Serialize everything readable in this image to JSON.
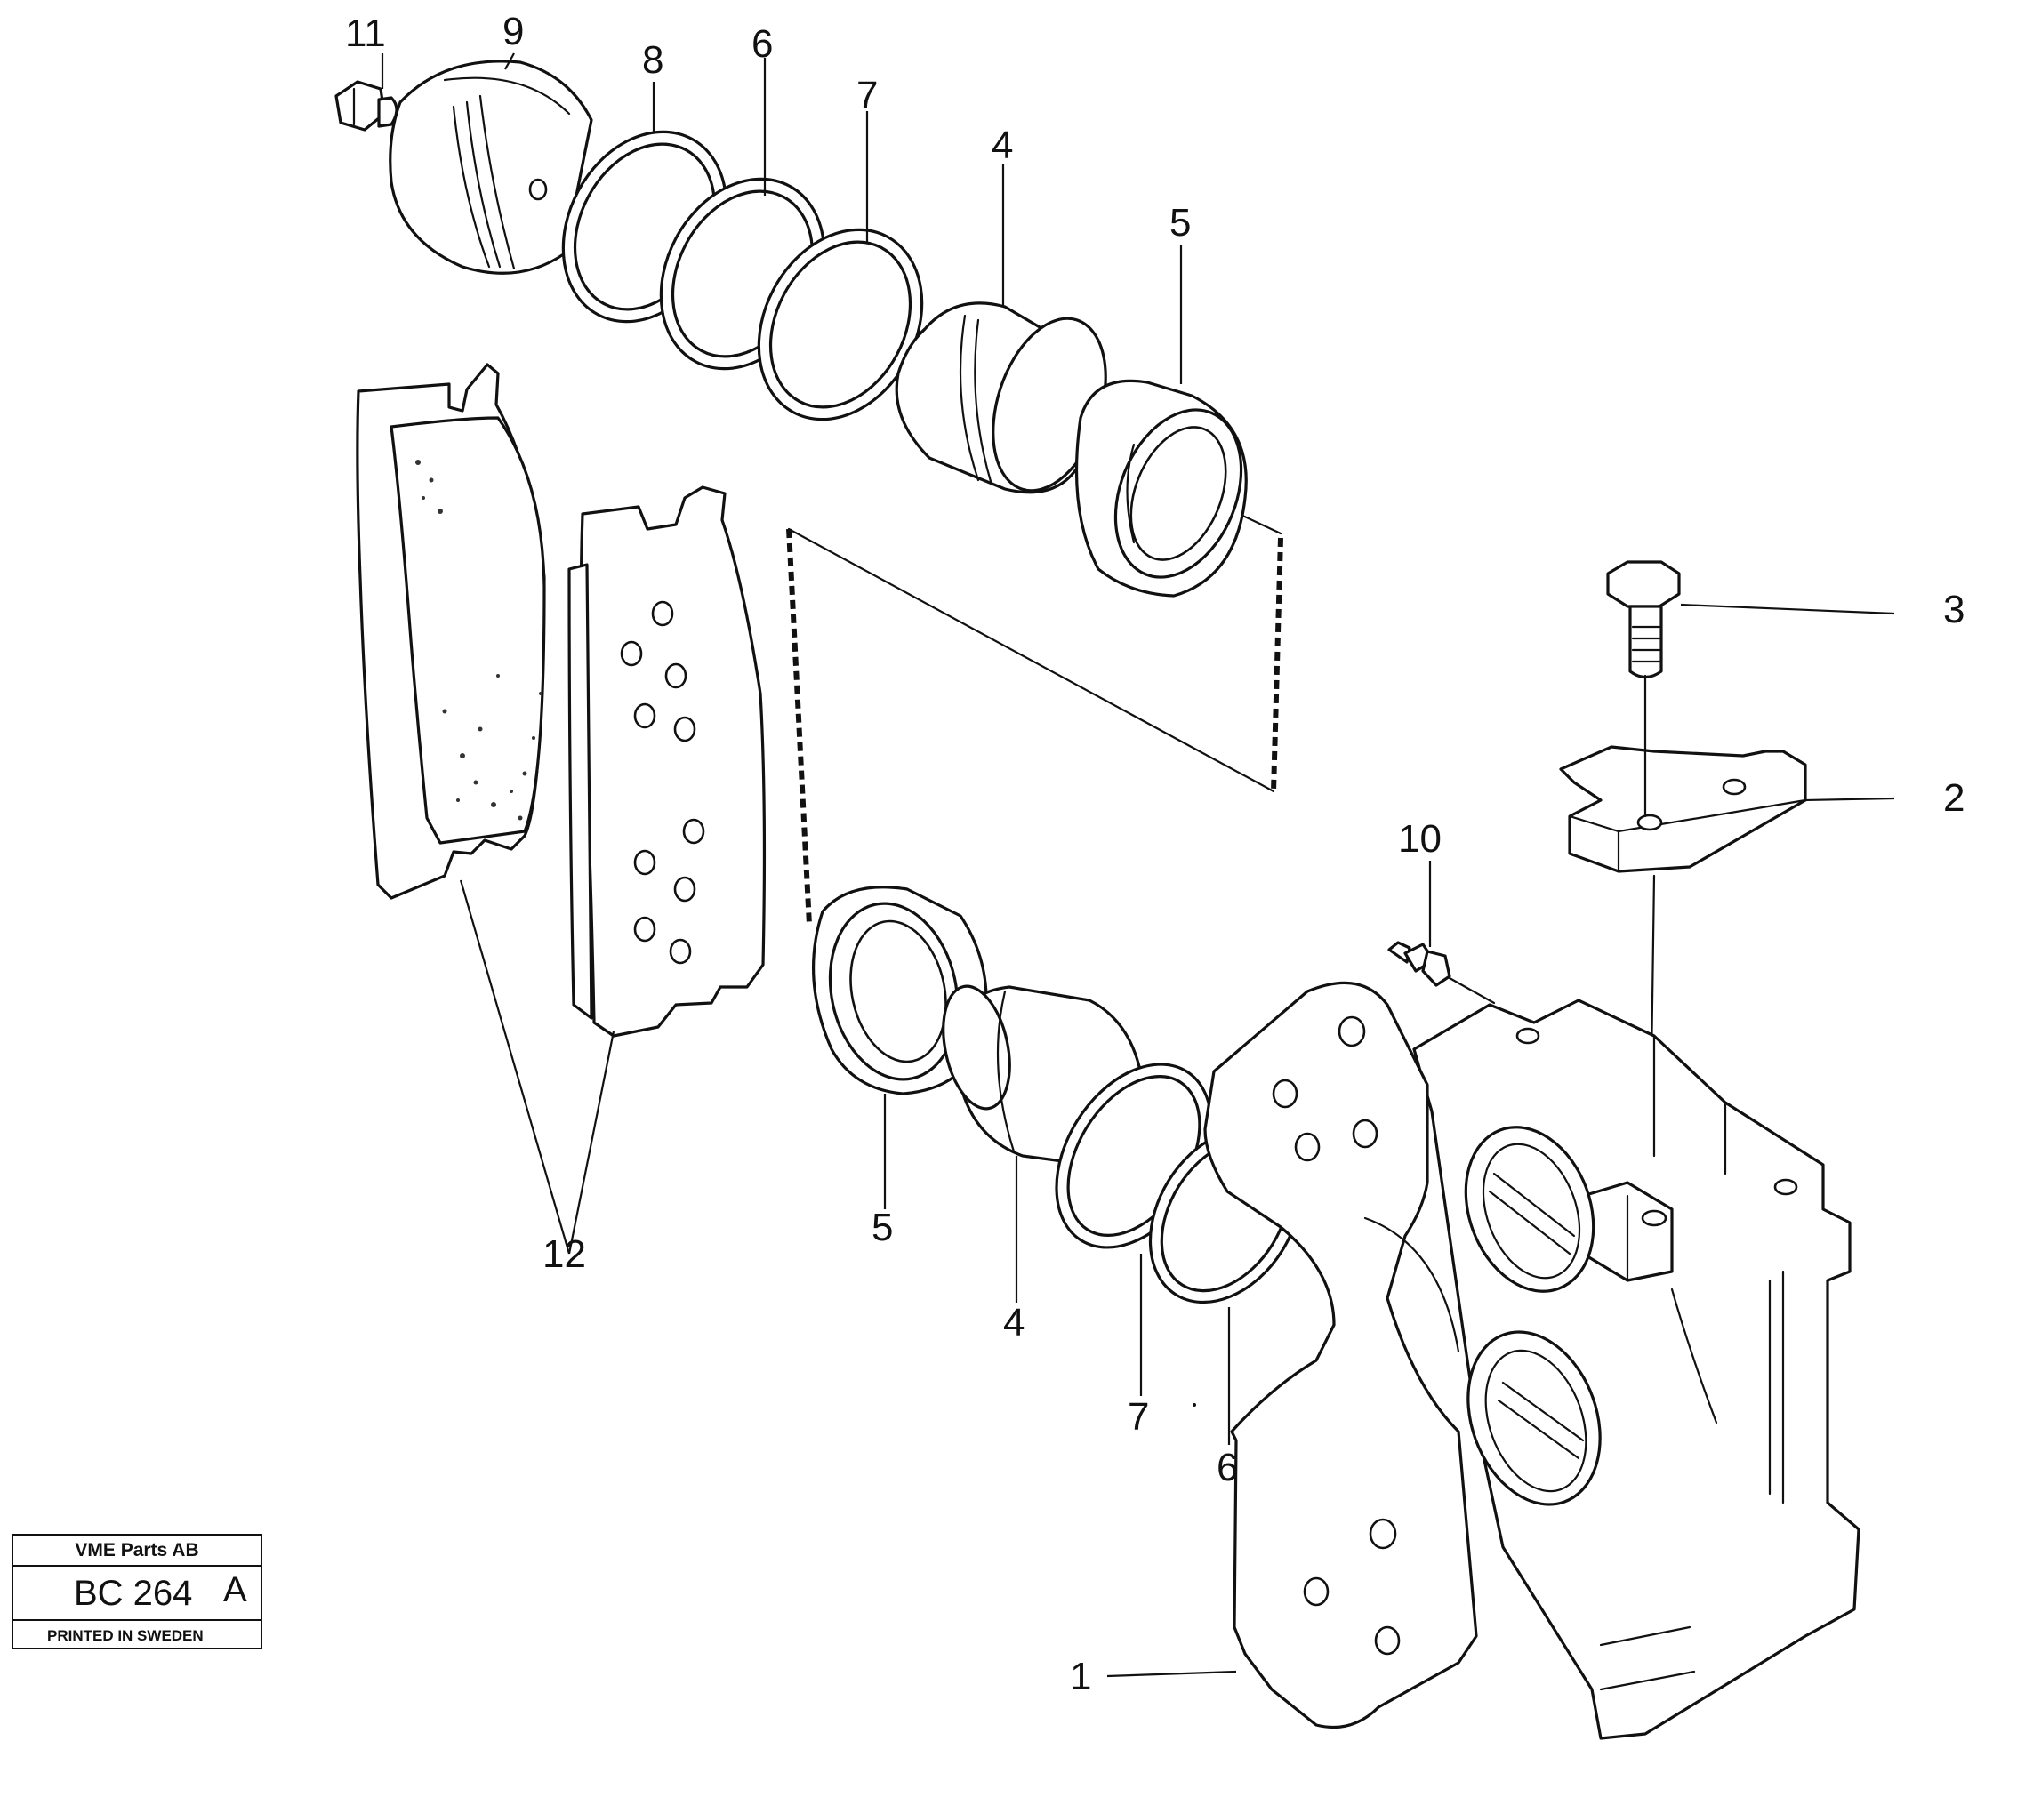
{
  "callouts": {
    "c1": "1",
    "c2": "2",
    "c3": "3",
    "c4a": "4",
    "c4b": "4",
    "c5a": "5",
    "c5b": "5",
    "c6a": "6",
    "c6b": "6",
    "c7a": "7",
    "c7b": "7",
    "c8": "8",
    "c9": "9",
    "c10": "10",
    "c11": "11",
    "c12": "12"
  },
  "title_block": {
    "company": "VME Parts AB",
    "drawing_code": "BC 264",
    "revision": "A",
    "printed": "PRINTED IN SWEDEN"
  }
}
